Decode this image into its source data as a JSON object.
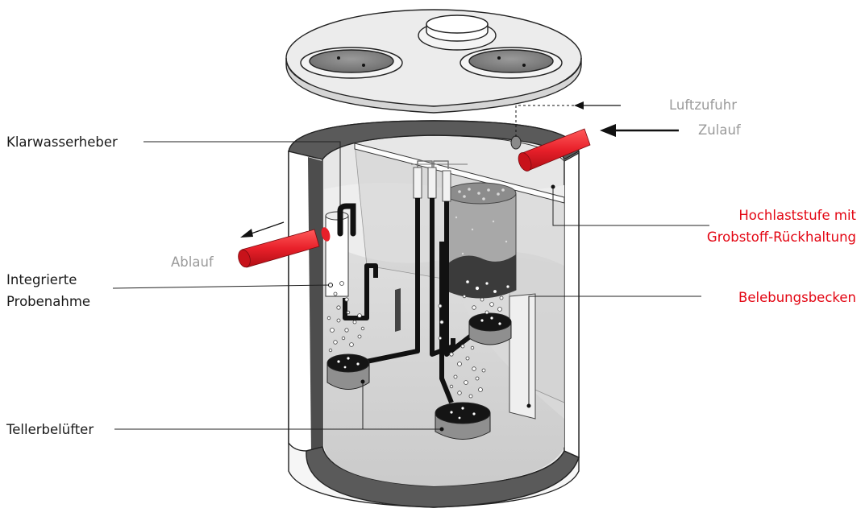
{
  "labels": {
    "klarwasserheber": "Klarwasserheber",
    "integrierte_line1": "Integrierte",
    "integrierte_line2": "Probenahme",
    "tellerbeluefter": "Tellerbelüfter",
    "ablauf": "Ablauf",
    "luftzufuhr": "Luftzufuhr",
    "zulauf": "Zulauf",
    "hochlast_line1": "Hochlaststufe mit",
    "hochlast_line2": "Grobstoff-Rückhaltung",
    "belebungsbecken": "Belebungsbecken"
  },
  "colors": {
    "accent_red": "#e30613",
    "pipe_red": "#e8202a",
    "label_gray": "#9a9a9a",
    "label_dark": "#1a1a1a"
  }
}
